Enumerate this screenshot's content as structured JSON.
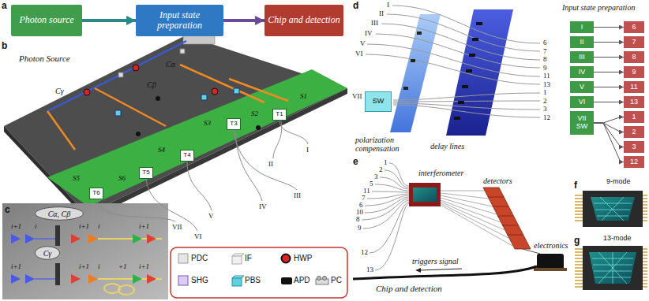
{
  "diagram": {
    "nodes": [
      {
        "text": [
          "Photon source"
        ]
      },
      {
        "text": [
          "Input state preparation"
        ]
      },
      {
        "text": [
          "Chip and detection"
        ]
      },
      {
        "text": [
          "T1"
        ]
      },
      {
        "text": [
          "T3"
        ]
      },
      {
        "text": [
          "T4"
        ]
      },
      {
        "text": [
          "T5"
        ]
      },
      {
        "text": [
          "T6"
        ]
      },
      {
        "text": [
          "Cα, Cβ"
        ]
      },
      {
        "text": [
          "Cγ"
        ]
      },
      {
        "text": [
          "SW"
        ]
      },
      {
        "text": [
          "I"
        ]
      },
      {
        "text": [
          "II"
        ]
      },
      {
        "text": [
          "III"
        ]
      },
      {
        "text": [
          "IV"
        ]
      },
      {
        "text": [
          "V"
        ]
      },
      {
        "text": [
          "VI"
        ]
      },
      {
        "text": [
          "VII",
          "SW"
        ]
      },
      {
        "text": [
          "6"
        ]
      },
      {
        "text": [
          "7"
        ]
      },
      {
        "text": [
          "8"
        ]
      },
      {
        "text": [
          "9"
        ]
      },
      {
        "text": [
          "11"
        ]
      },
      {
        "text": [
          "13"
        ]
      },
      {
        "text": [
          "1"
        ]
      },
      {
        "text": [
          "2"
        ]
      },
      {
        "text": [
          "3"
        ]
      },
      {
        "text": [
          "12"
        ]
      }
    ],
    "edges": [
      {
        "from": 0,
        "to": 1,
        "arrow": "to"
      },
      {
        "from": 1,
        "to": 2,
        "arrow": "to"
      },
      {
        "from": 11,
        "to": 18,
        "arrow": "to"
      },
      {
        "from": 12,
        "to": 19,
        "arrow": "to"
      },
      {
        "from": 13,
        "to": 20,
        "arrow": "to"
      },
      {
        "from": 14,
        "to": 21,
        "arrow": "to"
      },
      {
        "from": 15,
        "to": 22,
        "arrow": "to"
      },
      {
        "from": 16,
        "to": 23,
        "arrow": "to"
      },
      {
        "from": 17,
        "to": 24,
        "arrow": "to"
      },
      {
        "from": 17,
        "to": 25,
        "arrow": "to"
      },
      {
        "from": 17,
        "to": 26,
        "arrow": "to"
      },
      {
        "from": 17,
        "to": 27,
        "arrow": "to"
      }
    ],
    "labels": [
      "a",
      "b",
      "Photon Source",
      "Cα",
      "Cβ",
      "Cγ",
      "S1",
      "S2",
      "S3",
      "S4",
      "S5",
      "S6",
      "I",
      "II",
      "III",
      "IV",
      "V",
      "VI",
      "VII",
      "c",
      "i+1",
      "i",
      "i+1",
      "i",
      "i+1",
      "i+1",
      "i+1",
      "i",
      "+1",
      "i+1",
      "d",
      "I",
      "II",
      "III",
      "IV",
      "V",
      "VI",
      "VII",
      "polarization compensation",
      "delay lines",
      "6",
      "7",
      "8",
      "9",
      "11",
      "13",
      "1",
      "2",
      "3",
      "12",
      "Input state preparation",
      "e",
      "1",
      "2",
      "3",
      "5",
      "11",
      "7",
      "6",
      "10",
      "8",
      "9",
      "12",
      "13",
      "interferometer",
      "detectors",
      "electronics",
      "triggers signal",
      "Chip and detection",
      "f",
      "9-mode",
      "g",
      "13-mode"
    ],
    "legend": [
      {
        "text": "PDC"
      },
      {
        "text": "IF"
      },
      {
        "text": "HWP"
      },
      {
        "text": "SHG"
      },
      {
        "text": "PBS"
      },
      {
        "text": "APD"
      },
      {
        "text": "PC"
      }
    ]
  }
}
